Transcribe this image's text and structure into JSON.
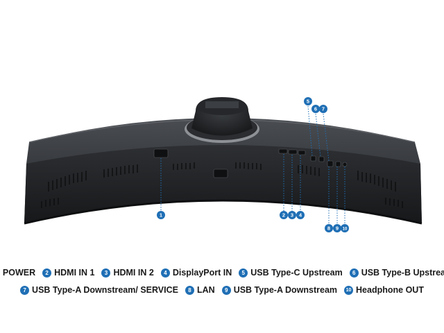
{
  "diagram": {
    "accent_color": "#1f6fb5",
    "ports": [
      {
        "num": "1",
        "label": "POWER"
      },
      {
        "num": "2",
        "label": "HDMI IN 1"
      },
      {
        "num": "3",
        "label": "HDMI IN 2"
      },
      {
        "num": "4",
        "label": "DisplayPort IN"
      },
      {
        "num": "5",
        "label": "USB Type-C Upstream"
      },
      {
        "num": "6",
        "label": "USB Type-B Upstream"
      },
      {
        "num": "7",
        "label": "USB Type-A Downstream/ SERVICE"
      },
      {
        "num": "8",
        "label": "LAN"
      },
      {
        "num": "9",
        "label": "USB Type-A Downstream"
      },
      {
        "num": "10",
        "label": "Headphone OUT"
      }
    ]
  }
}
